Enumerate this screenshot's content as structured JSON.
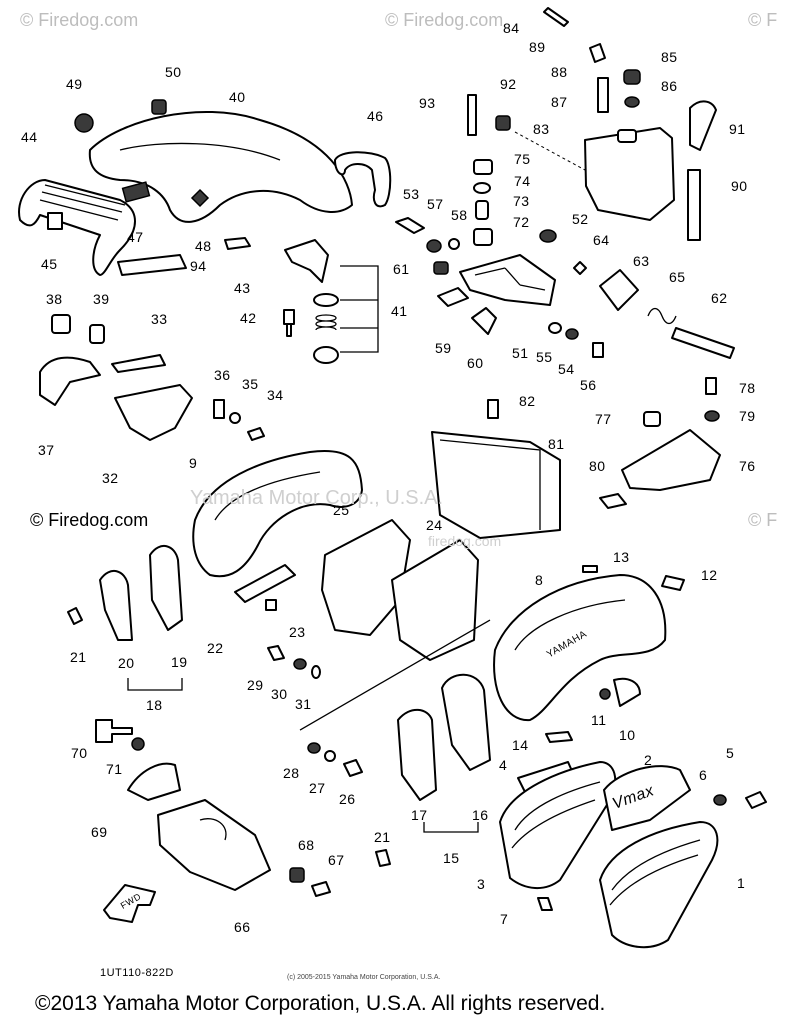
{
  "watermarks": {
    "top_left": "© Firedog.com",
    "top_mid": "© Firedog.com",
    "top_right": "© F",
    "mid_left": "© Firedog.com",
    "center": "Yamaha Motor Corp., U.S.A.",
    "center2": "firedog.com",
    "right_mid": "© F"
  },
  "diagram_code": "1UT110-822D",
  "small_copyright": "(c) 2005-2015 Yamaha Motor Corporation, U.S.A.",
  "copyright": "©2013 Yamaha Motor Corporation, U.S.A. All rights reserved.",
  "part_numbers": {
    "n1": "1",
    "n2": "2",
    "n3": "3",
    "n4": "4",
    "n5": "5",
    "n6": "6",
    "n7": "7",
    "n8": "8",
    "n9": "9",
    "n10": "10",
    "n11": "11",
    "n12": "12",
    "n13": "13",
    "n14": "14",
    "n15": "15",
    "n16": "16",
    "n17": "17",
    "n18": "18",
    "n19": "19",
    "n20": "20",
    "n21a": "21",
    "n21b": "21",
    "n22": "22",
    "n23": "23",
    "n24": "24",
    "n25": "25",
    "n26": "26",
    "n27": "27",
    "n28": "28",
    "n29": "29",
    "n30": "30",
    "n31": "31",
    "n32": "32",
    "n33": "33",
    "n34": "34",
    "n35": "35",
    "n36": "36",
    "n37": "37",
    "n38": "38",
    "n39": "39",
    "n40": "40",
    "n41": "41",
    "n42": "42",
    "n43": "43",
    "n44": "44",
    "n45": "45",
    "n46": "46",
    "n47": "47",
    "n48": "48",
    "n49": "49",
    "n50": "50",
    "n51": "51",
    "n52": "52",
    "n53": "53",
    "n54": "54",
    "n55": "55",
    "n56": "56",
    "n57": "57",
    "n58": "58",
    "n59": "59",
    "n60": "60",
    "n61": "61",
    "n62": "62",
    "n63": "63",
    "n64": "64",
    "n65": "65",
    "n66": "66",
    "n67": "67",
    "n68": "68",
    "n69": "69",
    "n70": "70",
    "n71": "71",
    "n72": "72",
    "n73": "73",
    "n74": "74",
    "n75": "75",
    "n76": "76",
    "n77": "77",
    "n78": "78",
    "n79": "79",
    "n80": "80",
    "n81": "81",
    "n82": "82",
    "n83": "83",
    "n84": "84",
    "n85": "85",
    "n86": "86",
    "n87": "87",
    "n88": "88",
    "n89": "89",
    "n90": "90",
    "n91": "91",
    "n92": "92",
    "n93": "93",
    "n94": "94"
  },
  "part_text": {
    "yamaha_cover": "YAMAHA",
    "vmax_emblem": "Vmax",
    "fwd": "FWD"
  }
}
